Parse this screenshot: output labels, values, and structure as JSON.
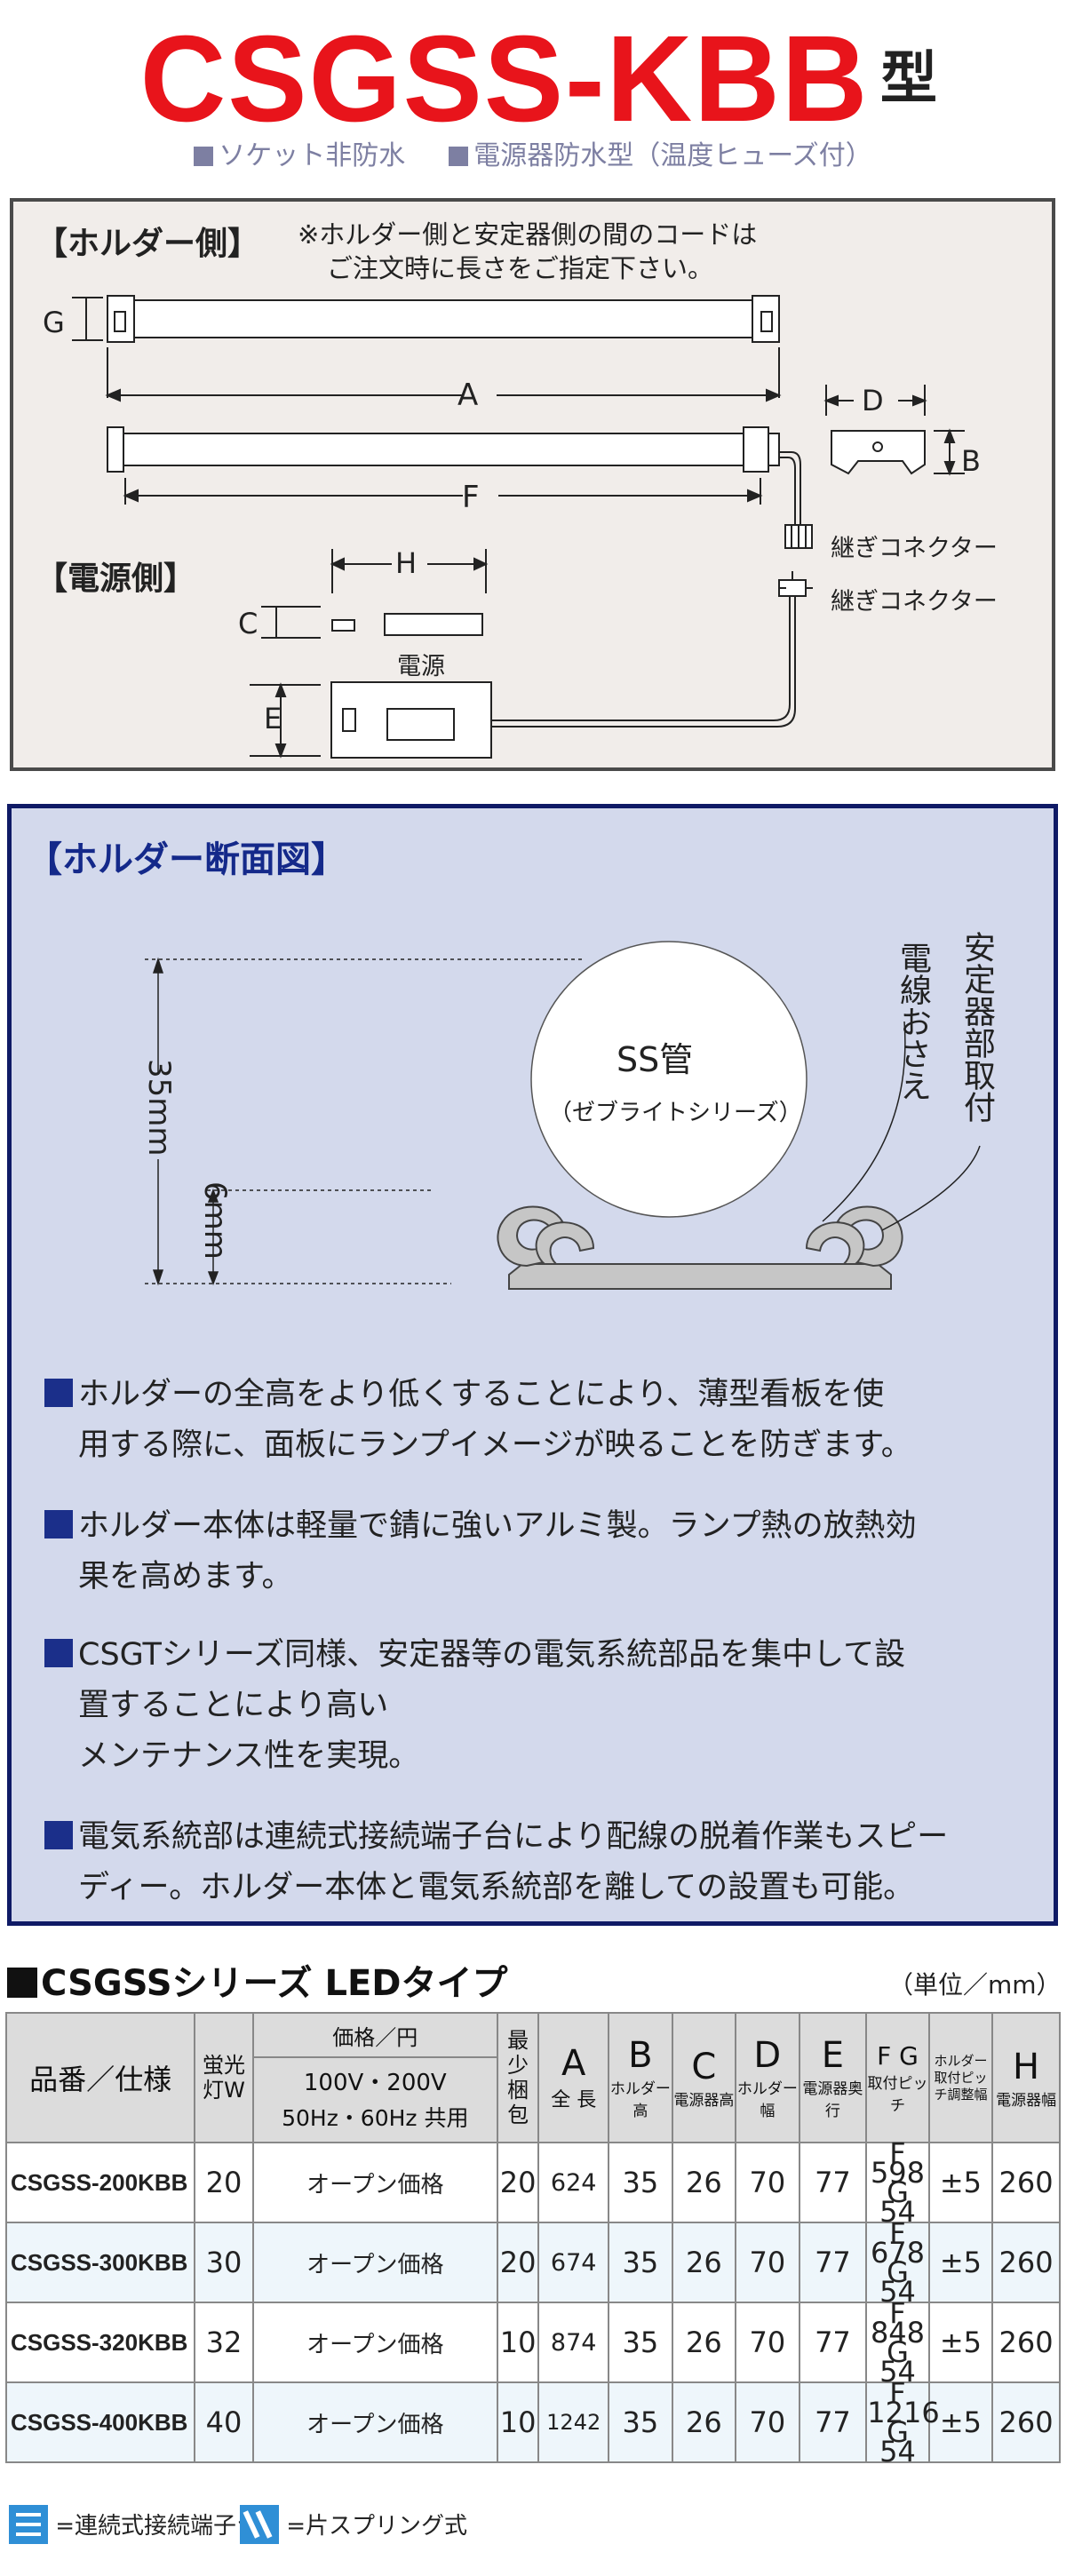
{
  "header": {
    "title": "CSGSS-KBB",
    "title_suffix": "型",
    "subtitle_a": "ソケット非防水",
    "subtitle_b": "電源器防水型（温度ヒューズ付）"
  },
  "diagram": {
    "holder_side_label": "【ホルダー側】",
    "note_line1": "※ホルダー側と安定器側の間のコードは",
    "note_line2": "ご注文時に長さをご指定下さい。",
    "power_side_label": "【電源側】",
    "dim_a": "A",
    "dim_b": "B",
    "dim_c": "C",
    "dim_d": "D",
    "dim_e": "E",
    "dim_f": "F",
    "dim_g": "G",
    "dim_h": "H",
    "connector_label_1": "継ぎコネクター",
    "connector_label_2": "継ぎコネクター",
    "power_label": "電源"
  },
  "section": {
    "heading": "【ホルダー断面図】",
    "tube_label": "SS管",
    "tube_sub": "（ゼブライトシリーズ）",
    "dim_35": "35mm",
    "dim_6": "6mm",
    "label_wire": "電線おさえ",
    "label_stabilizer": "安定器部取付",
    "bullets": [
      [
        "ホルダーの全高をより低くすることにより、薄型看板を使",
        "用する際に、面板にランプイメージが映ることを防ぎます。"
      ],
      [
        "ホルダー本体は軽量で錆に強いアルミ製。ランプ熱の放熱効",
        "果を高めます。"
      ],
      [
        "CSGTシリーズ同様、安定器等の電気系統部品を集中して設",
        "置することにより高い",
        "メンテナンス性を実現。"
      ],
      [
        "電気系統部は連続式接続端子台により配線の脱着作業もスピー",
        "ディー。ホルダー本体と電気系統部を離しての設置も可能。"
      ]
    ]
  },
  "table": {
    "title": "CSGSSシリーズ LEDタイプ",
    "unit": "（単位／mm）",
    "headers": {
      "name": "品番／仕様",
      "lamp": "蛍光灯W",
      "price": "価格／円",
      "price_sub1": "100V・200V",
      "price_sub2": "50Hz・60Hz 共用",
      "pack": "最少梱包",
      "A": "A",
      "A_sub": "全 長",
      "B": "B",
      "B_sub": "ホルダー高",
      "C": "C",
      "C_sub": "電源器高",
      "D": "D",
      "D_sub": "ホルダー幅",
      "E": "E",
      "E_sub": "電源器奥行",
      "FG": "F G",
      "FG_sub": "取付ピッチ",
      "adj": "ホルダー取付ピッチ調整幅",
      "H": "H",
      "H_sub": "電源器幅"
    },
    "rows": [
      {
        "name": "CSGSS-200KBB",
        "w": "20",
        "price": "オープン価格",
        "pack": "20",
        "A": "624",
        "B": "35",
        "C": "26",
        "D": "70",
        "E": "77",
        "F": "598",
        "G": "54",
        "adj": "±5",
        "H": "260"
      },
      {
        "name": "CSGSS-300KBB",
        "w": "30",
        "price": "オープン価格",
        "pack": "20",
        "A": "674",
        "B": "35",
        "C": "26",
        "D": "70",
        "E": "77",
        "F": "678",
        "G": "54",
        "adj": "±5",
        "H": "260"
      },
      {
        "name": "CSGSS-320KBB",
        "w": "32",
        "price": "オープン価格",
        "pack": "10",
        "A": "874",
        "B": "35",
        "C": "26",
        "D": "70",
        "E": "77",
        "F": "848",
        "G": "54",
        "adj": "±5",
        "H": "260"
      },
      {
        "name": "CSGSS-400KBB",
        "w": "40",
        "price": "オープン価格",
        "pack": "10",
        "A": "1242",
        "B": "35",
        "C": "26",
        "D": "70",
        "E": "77",
        "F": "1216",
        "G": "54",
        "adj": "±5",
        "H": "260"
      }
    ]
  },
  "legend": {
    "item1": "=連続式接続端子台",
    "item2": "=片スプリング式",
    "icon1": "terminal-block-icon",
    "icon2": "spring-icon"
  },
  "colors": {
    "title_red": "#e8141b",
    "subtitle": "#7d7fa2",
    "panel_blue": "#d3d9ec",
    "heading_blue": "#14298a"
  }
}
